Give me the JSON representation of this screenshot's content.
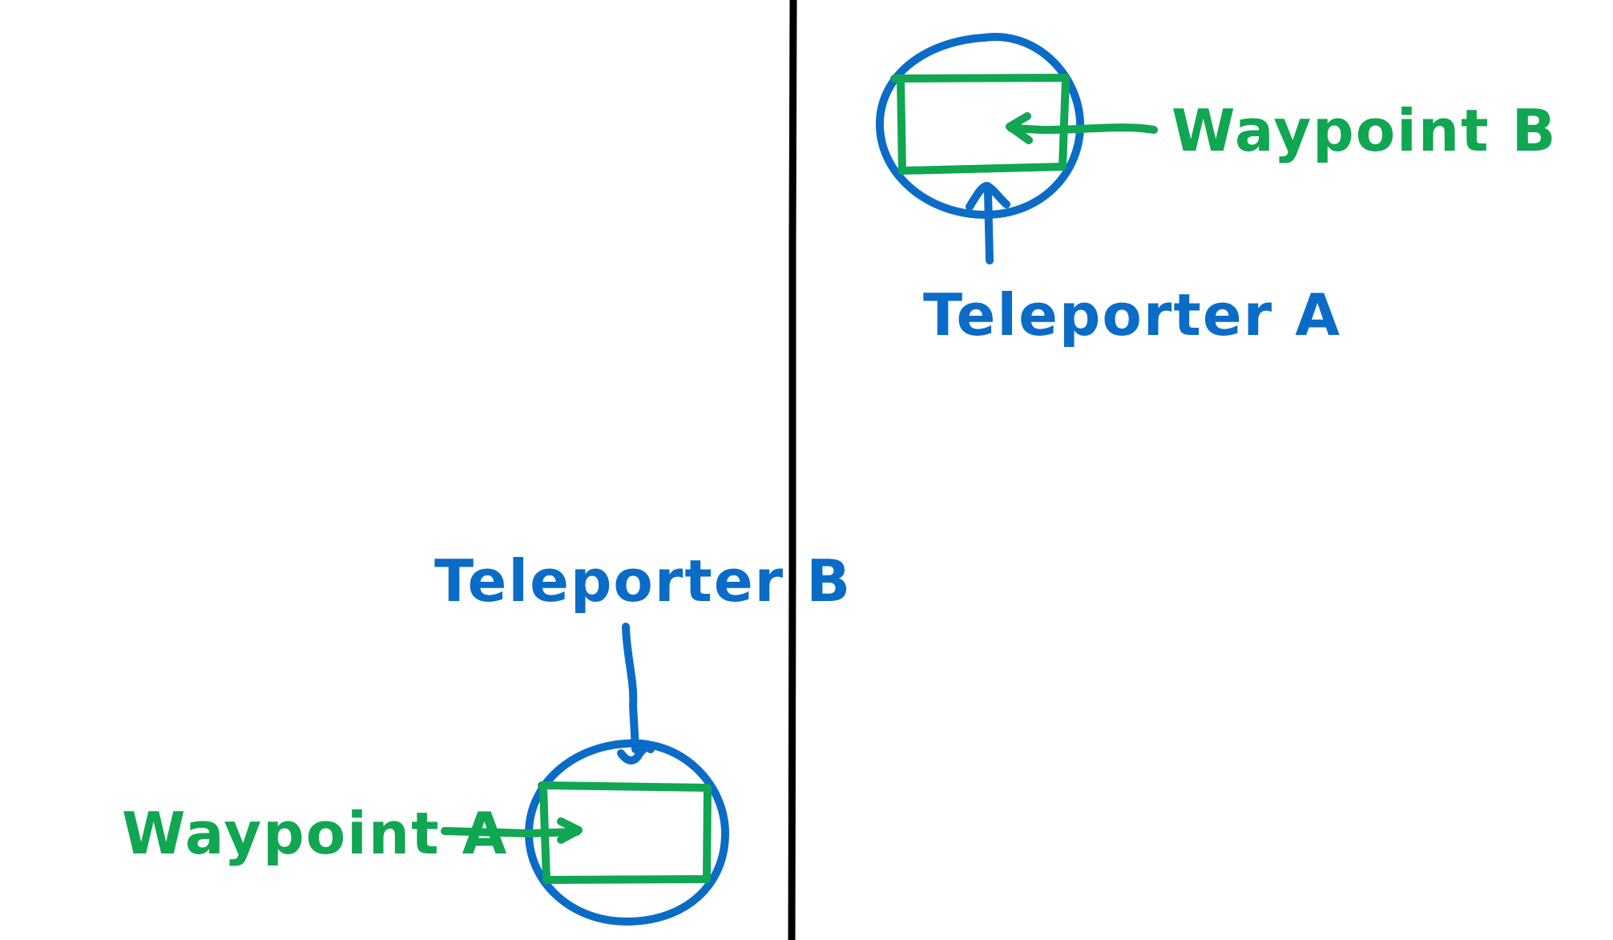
{
  "colors": {
    "teleporter": "#0b6cc7",
    "waypoint": "#11a651",
    "divider": "#000000",
    "background": "#ffffff"
  },
  "labels": {
    "teleporter_a": "Teleporter A",
    "teleporter_b": "Teleporter B",
    "waypoint_a": "Waypoint A",
    "waypoint_b": "Waypoint B"
  }
}
